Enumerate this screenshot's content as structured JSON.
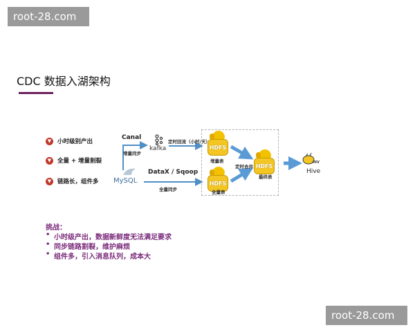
{
  "watermark": "root-28.com",
  "title": "CDC 数据入湖架构",
  "issues": [
    "小时级别产出",
    "全量 + 增量割裂",
    "链路长，组件多"
  ],
  "sources": {
    "mysql": "MySQL",
    "kafka": "kafka",
    "hive": "Hive"
  },
  "links": {
    "canal": "Canal",
    "incremental_sync": "增量同步",
    "datax": "DataX / Sqoop",
    "full_sync": "全量同步",
    "scheduled_clean": "定时回流（小时/天）",
    "scheduled_merge": "定时合并"
  },
  "storage": {
    "hdfs_label": "HDFS",
    "incremental_table": "增量表",
    "full_table": "全量表",
    "final_table": "最终表"
  },
  "challenges": {
    "heading": "挑战：",
    "items": [
      "小时级产出，数据新鲜度无法满足要求",
      "同步链路割裂，维护麻烦",
      "组件多，引入消息队列，成本大"
    ],
    "bullet": "•"
  },
  "colors": {
    "accent": "#6b1e5a",
    "arrow": "#4f8fc6",
    "hdfs": "#f3c623",
    "badge": "#c0392b",
    "challenge": "#7a2a7a"
  }
}
